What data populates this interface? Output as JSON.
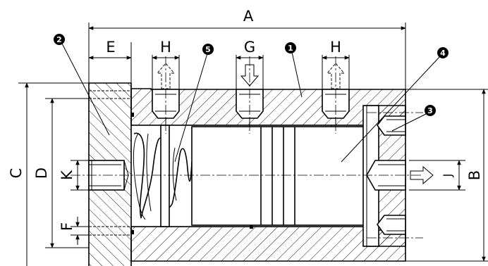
{
  "dimensions": {
    "A": "A",
    "B": "B",
    "C": "C",
    "D": "D",
    "E": "E",
    "F": "F",
    "G": "G",
    "H_left": "H",
    "H_right": "H",
    "K": "K",
    "J": "J"
  },
  "part_numbers": {
    "p1": "1",
    "p2": "2",
    "p3": "3",
    "p4": "4",
    "p5": "5"
  },
  "icons": {
    "inlet_arrow": "arrow-down-icon",
    "exhaust_arrow": "dashed-arrow-up-icon",
    "stroke_arrow": "arrow-right-icon"
  },
  "colors": {
    "line": "#000000",
    "background": "#ffffff"
  }
}
